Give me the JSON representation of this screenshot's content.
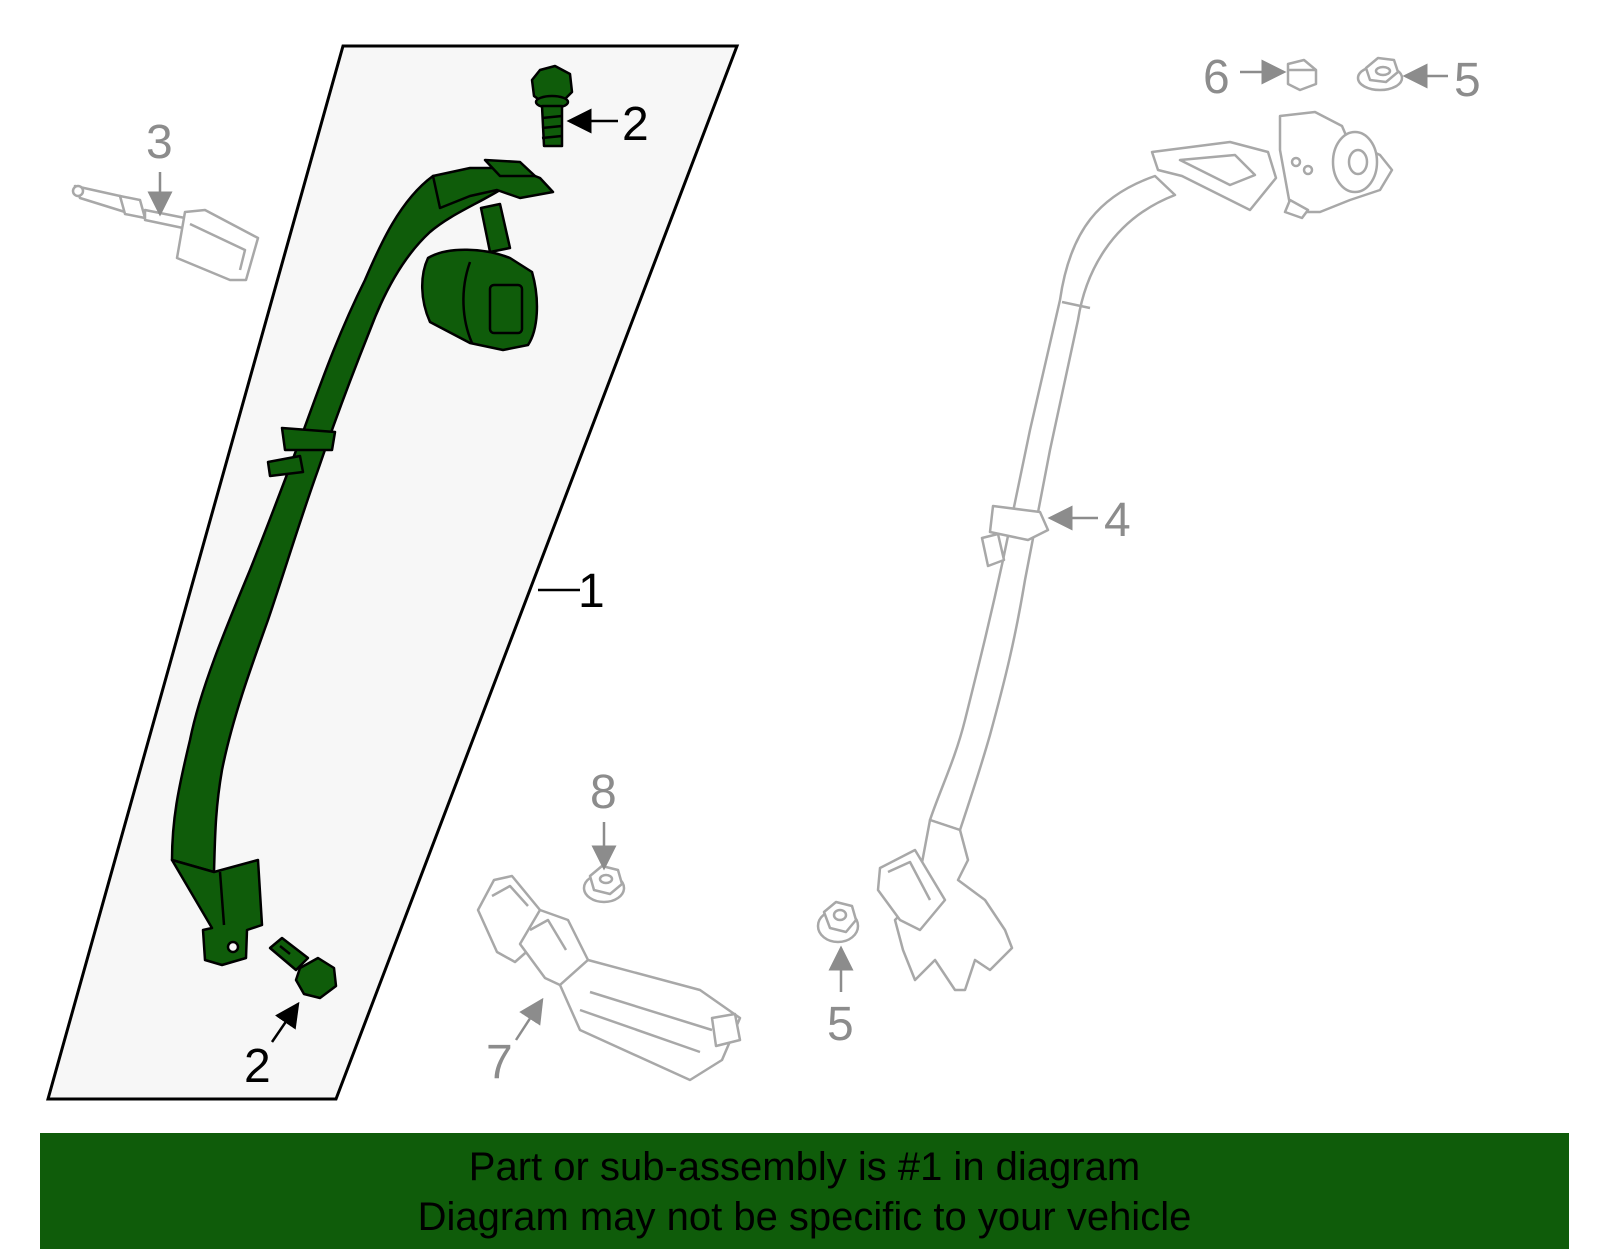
{
  "colors": {
    "highlight_part": "#0f5c0a",
    "banner": "#0f5c0a",
    "panel_fill": "#f7f7f7",
    "other_parts": "#a8a8a8",
    "callout_gray": "#8c8c8c"
  },
  "callouts": {
    "c1": "1",
    "c2_top": "2",
    "c2_bottom": "2",
    "c3": "3",
    "c4": "4",
    "c5_top": "5",
    "c5_bottom": "5",
    "c6": "6",
    "c7": "7",
    "c8": "8"
  },
  "banner": {
    "line1": "Part or sub-assembly is #1 in diagram",
    "line2": "Diagram may not be specific to your vehicle"
  }
}
